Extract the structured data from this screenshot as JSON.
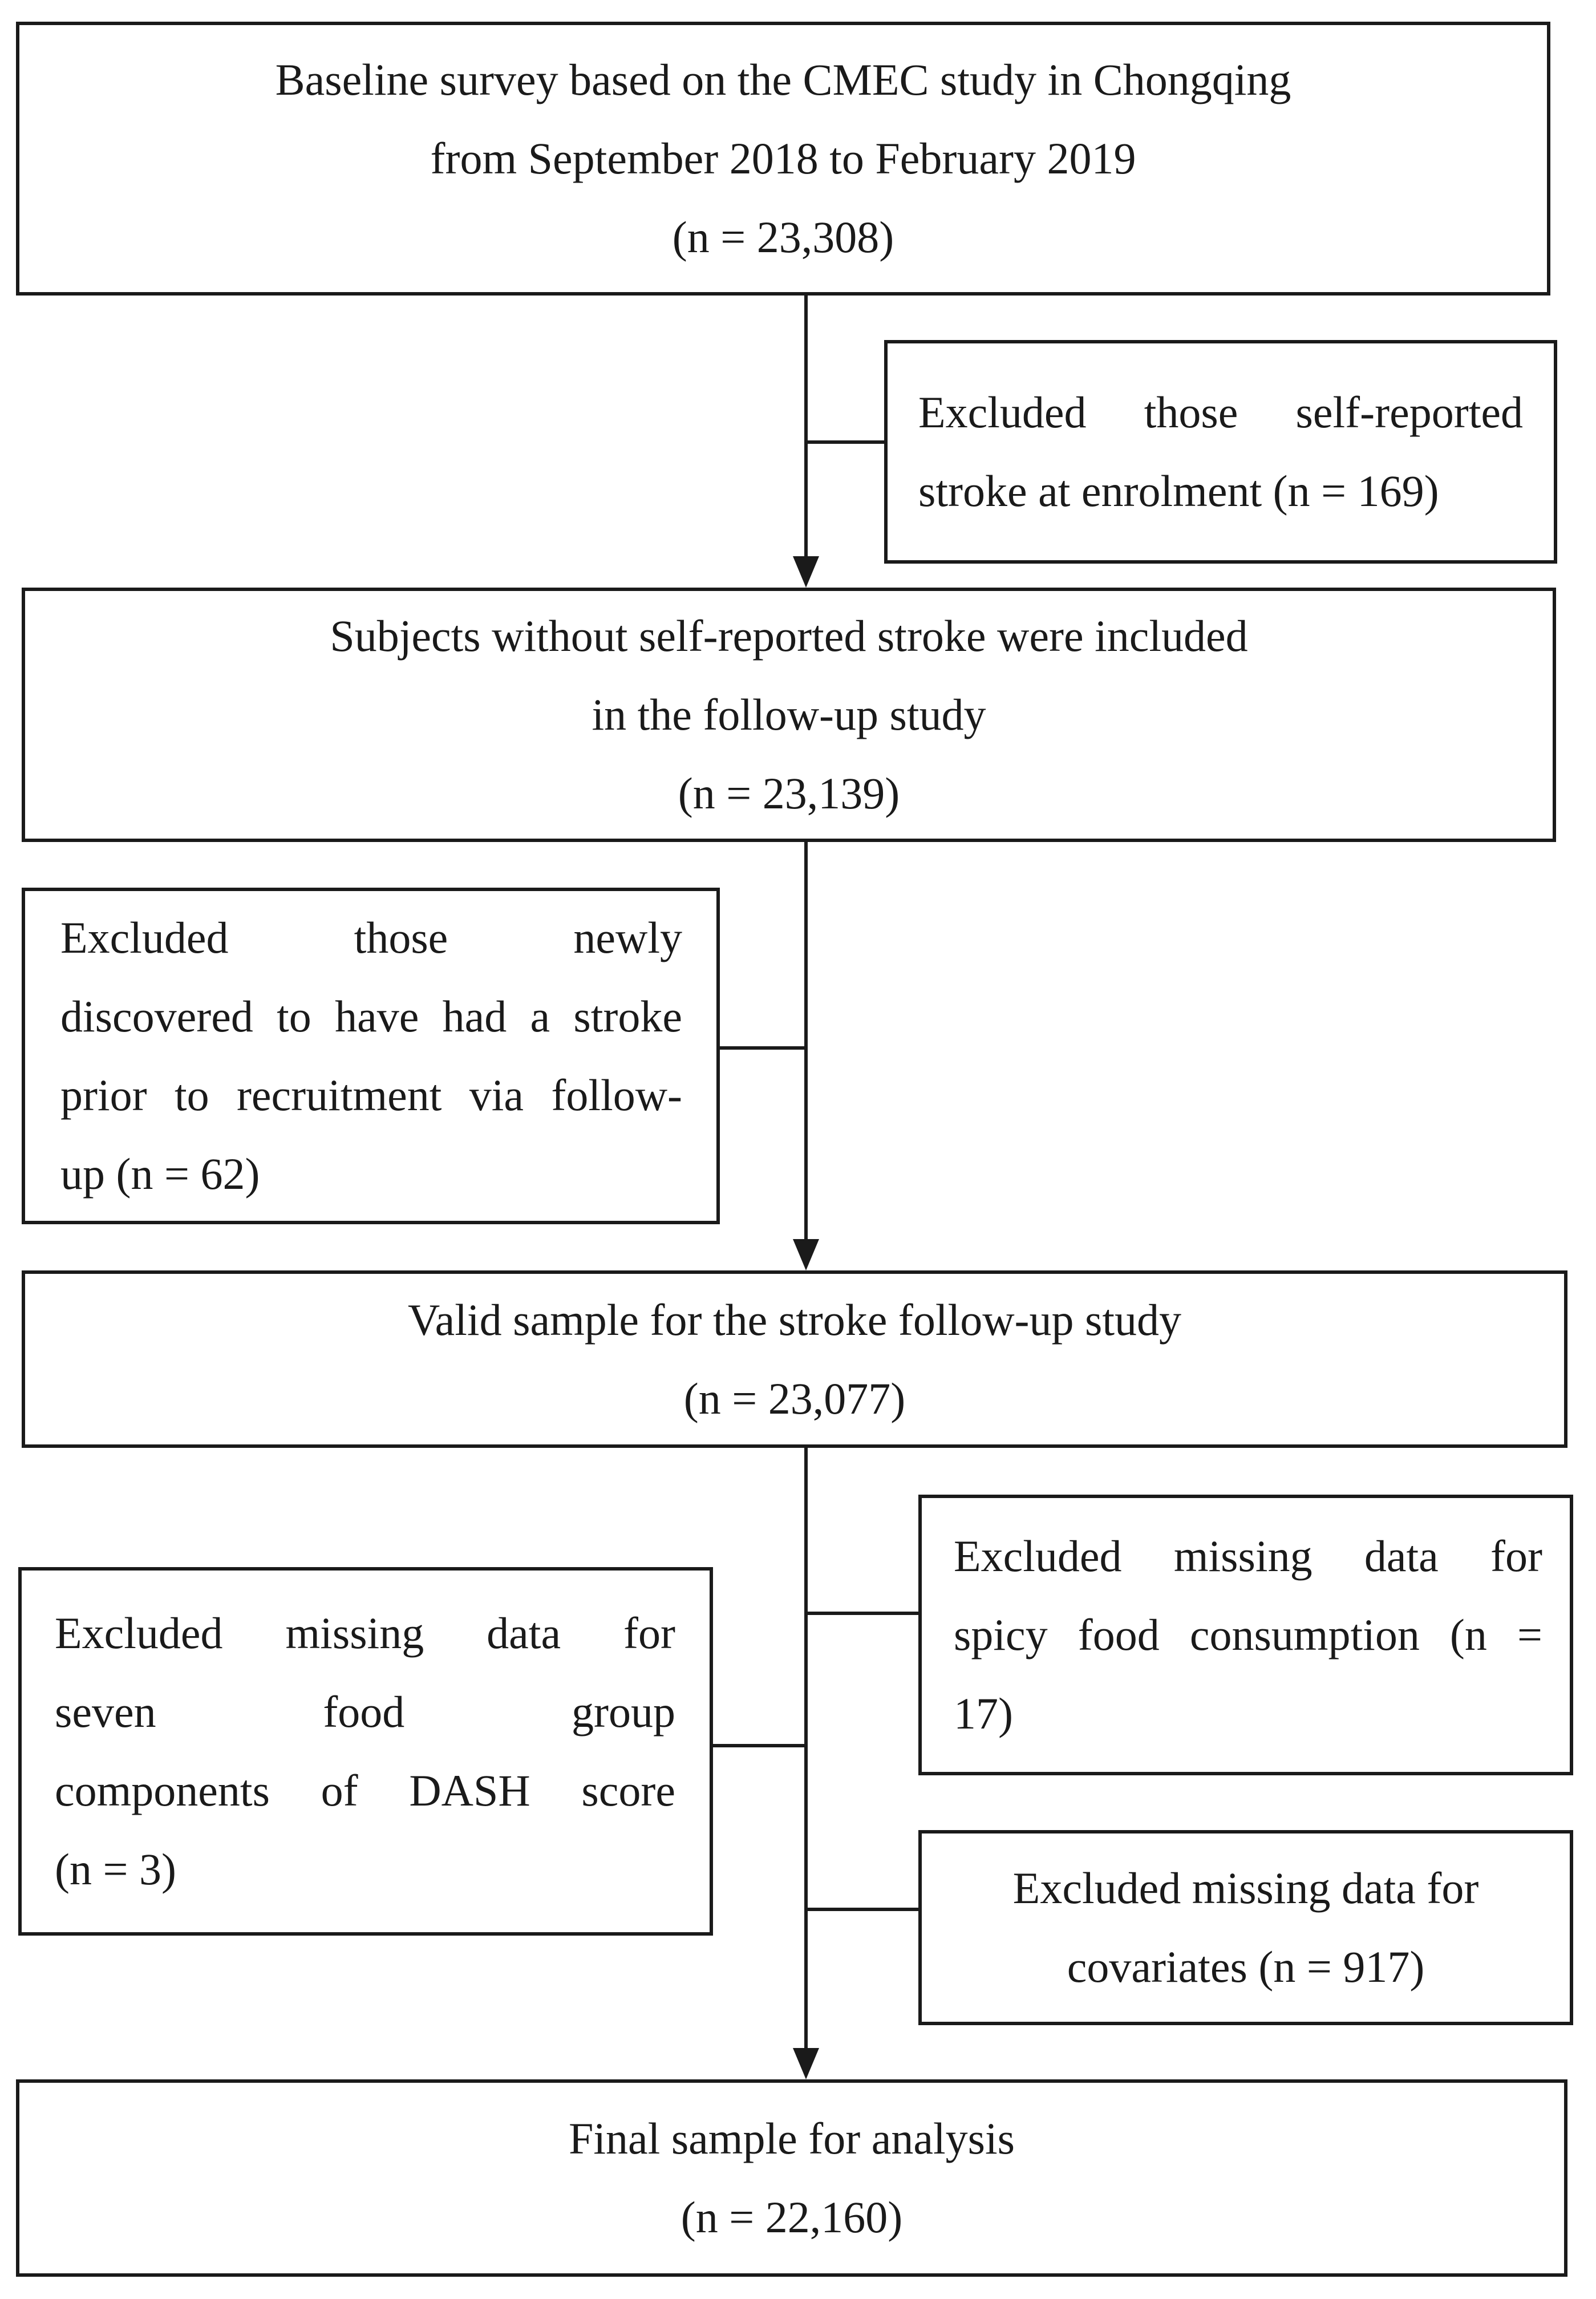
{
  "boxes": {
    "baseline": {
      "lines": [
        "Baseline survey based on the CMEC study in Chongqing",
        "from September 2018 to February 2019",
        "(n = 23,308)"
      ]
    },
    "exclude_stroke_enrolment": {
      "lines": [
        "Excluded those self-reported",
        "stroke at enrolment (n = 169)"
      ]
    },
    "followup_included": {
      "lines": [
        "Subjects without self-reported stroke were included",
        "in the follow-up study",
        "(n = 23,139)"
      ]
    },
    "exclude_newly_discovered": {
      "lines": [
        "Excluded those newly",
        "discovered to have had a stroke",
        "prior to recruitment via follow-",
        "up (n = 62)"
      ]
    },
    "valid_sample": {
      "lines": [
        "Valid sample for the stroke follow-up study",
        "(n = 23,077)"
      ]
    },
    "exclude_spicy": {
      "lines": [
        "Excluded missing data for",
        "spicy food consumption (n =",
        "17)"
      ]
    },
    "exclude_dash": {
      "lines": [
        "Excluded missing data for",
        "seven food group",
        "components of DASH score",
        "(n = 3)"
      ]
    },
    "exclude_covariates": {
      "lines": [
        "Excluded missing data for",
        "covariates (n = 917)"
      ]
    },
    "final_sample": {
      "lines": [
        "Final sample for analysis",
        "(n = 22,160)"
      ]
    }
  }
}
